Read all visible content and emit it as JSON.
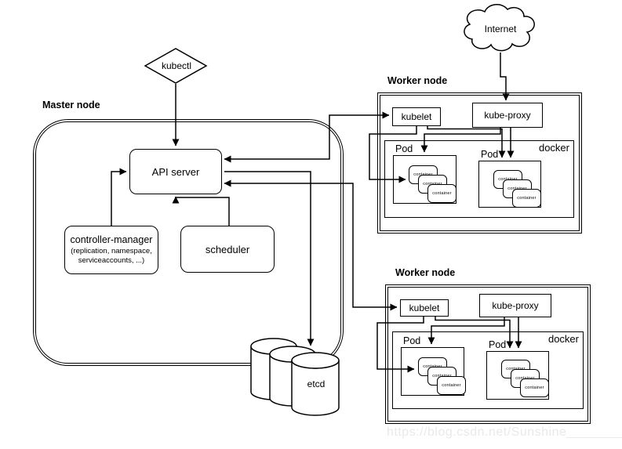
{
  "colors": {
    "stroke": "#000000",
    "background": "#ffffff",
    "watermark": "#e9e9e9"
  },
  "diagram": {
    "internet_label": "Internet",
    "kubectl_label": "kubectl",
    "master": {
      "label": "Master node",
      "api_server_label": "API server",
      "controller_manager": {
        "title": "controller-manager",
        "subtitle_line1": "(replication, namespace,",
        "subtitle_line2": "serviceaccounts, ...)"
      },
      "scheduler_label": "scheduler",
      "etcd_label": "etcd"
    },
    "workers": [
      {
        "label": "Worker node",
        "kubelet_label": "kubelet",
        "kube_proxy_label": "kube-proxy",
        "docker_label": "docker",
        "pods": [
          {
            "label": "Pod"
          },
          {
            "label": "Pod"
          }
        ]
      },
      {
        "label": "Worker node",
        "kubelet_label": "kubelet",
        "kube_proxy_label": "kube-proxy",
        "docker_label": "docker",
        "pods": [
          {
            "label": "Pod"
          },
          {
            "label": "Pod"
          }
        ]
      }
    ],
    "container_label": "container",
    "watermark": "https://blog.csdn.net/Sunshine__________"
  }
}
